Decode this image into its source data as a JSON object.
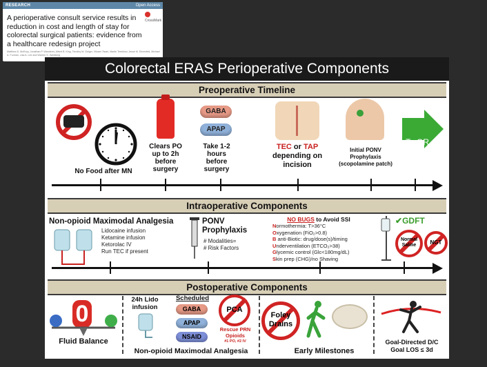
{
  "paper": {
    "section_label": "RESEARCH",
    "access_label": "Open Access",
    "crossmark_label": "CrossMark",
    "title": "A perioperative consult service results in reduction in cost and length of stay for colorectal surgical patients: evidence from a healthcare redesign project",
    "authors": "Matthew D. McEvoy, Jonathan P. Wanderer, Albert B. King, Timothy M. Geiger, Vikram Tiwari, Martin Terekhov, Jesse M. Ehrenfeld, Michael A. Furman, Lisa A. Lee and Warren S. Sandberg"
  },
  "poster": {
    "title": "Colorectal ERAS Perioperative Components",
    "preop": {
      "header": "Preoperative Timeline",
      "no_food": "No Food after MN",
      "clears": "Clears PO up to 2h before surgery",
      "pills": [
        "GABA",
        "APAP"
      ],
      "take": "Take 1-2 hours before surgery",
      "tec_a": "TEC",
      "tec_or": " or ",
      "tec_b": "TAP",
      "tec_rest": "depending on incision",
      "ponv": "Initial PONV Prophylaxis (scopolamine patch)",
      "to_or": "To OR"
    },
    "intraop": {
      "header": "Intraoperative Components",
      "analgesia_title": "Non-opioid Maximodal Analgesia",
      "analgesia_items": [
        "Lidocaine infusion",
        "Ketamine infusion",
        "Ketorolac IV",
        "Run TEC if present"
      ],
      "ponv_title": "PONV Prophylaxis",
      "ponv_items": [
        "# Modalities=",
        "# Risk Factors"
      ],
      "ssi_no_bugs": "NO BUGS",
      "ssi_title": " to Avoid SSI",
      "ssi_items": [
        {
          "l": "N",
          "t": "ormothermia: T>36°C"
        },
        {
          "l": "O",
          "t": "xygenation (FiO₂>0.8)"
        },
        {
          "l": "B",
          "t": " anti-Biotic: drug/dose(s)/timing"
        },
        {
          "l": "U",
          "t": "nderventilation (ETCO₂>38)"
        },
        {
          "l": "G",
          "t": "lycemic control (Glc<180mg/dL)"
        },
        {
          "l": "S",
          "t": "kin prep (CHG)/no Shaving"
        }
      ],
      "gdft": "GDFT",
      "normal_saline": "Normal Saline",
      "ngt": "NGT"
    },
    "postop": {
      "header": "Postoperative Components",
      "fluid_zero": "0",
      "fluid_balance": "Fluid Balance",
      "lido": "24h Lido infusion",
      "scheduled": "Scheduled",
      "pills": [
        "GABA",
        "APAP",
        "NSAID"
      ],
      "pca": "PCA",
      "rescue_title": "Rescue PRN Opioids",
      "rescue_sub": "#1 PO, #2 IV",
      "analgesia": "Non-opioid Maximodal Analgesia",
      "foley": "Foley Drains",
      "milestones": "Early Milestones",
      "goal_dc": "Goal-Directed D/C",
      "goal_los": "Goal LOS ≤ 3d"
    }
  }
}
